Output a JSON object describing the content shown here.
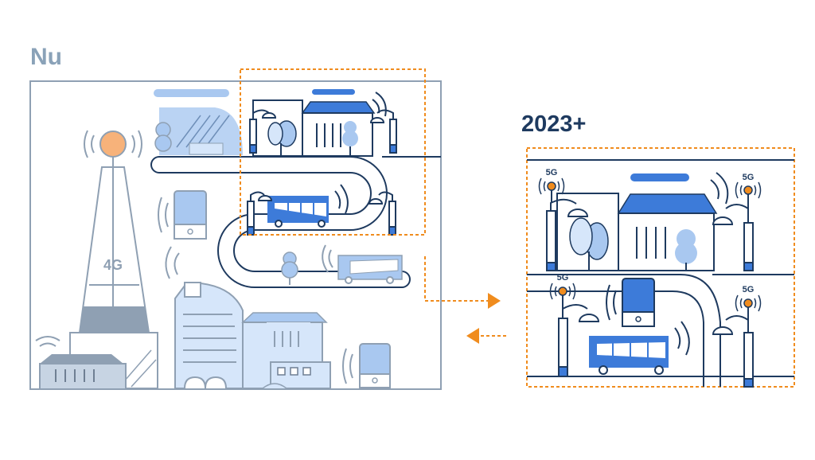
{
  "labels": {
    "now_title": "Nu",
    "future_title": "2023+",
    "tower_label": "4G",
    "antenna_label": "5G"
  },
  "colors": {
    "now_title": "#8AA2B8",
    "future_title": "#1E3A5F",
    "gray_line": "#8FA0B3",
    "navy_line": "#1E3A5F",
    "blue": "#3D7BD9",
    "light_blue": "#A9C8F0",
    "pale_blue": "#D6E6FA",
    "orange": "#F08C1E",
    "orange_fill": "#F7B27A"
  }
}
